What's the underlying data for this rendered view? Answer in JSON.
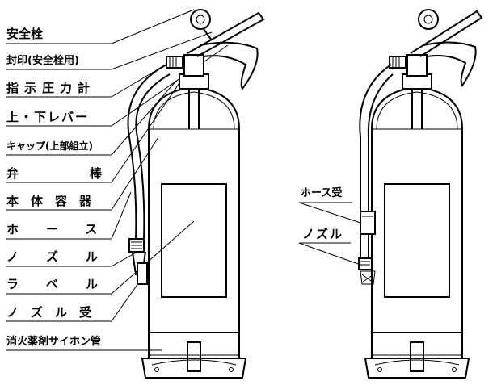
{
  "labels": [
    "安全栓",
    "封印(安全栓用)",
    "指示圧力計",
    "上・下レバー",
    "キャップ(上部組立)",
    "弁棒",
    "本体容器",
    "ホース",
    "ノズル",
    "ラベル",
    "ノズル受",
    "消火薬剤サイホン管"
  ],
  "right_labels": {
    "hose_holder": "ホース受",
    "nozzle": "ノズル"
  }
}
